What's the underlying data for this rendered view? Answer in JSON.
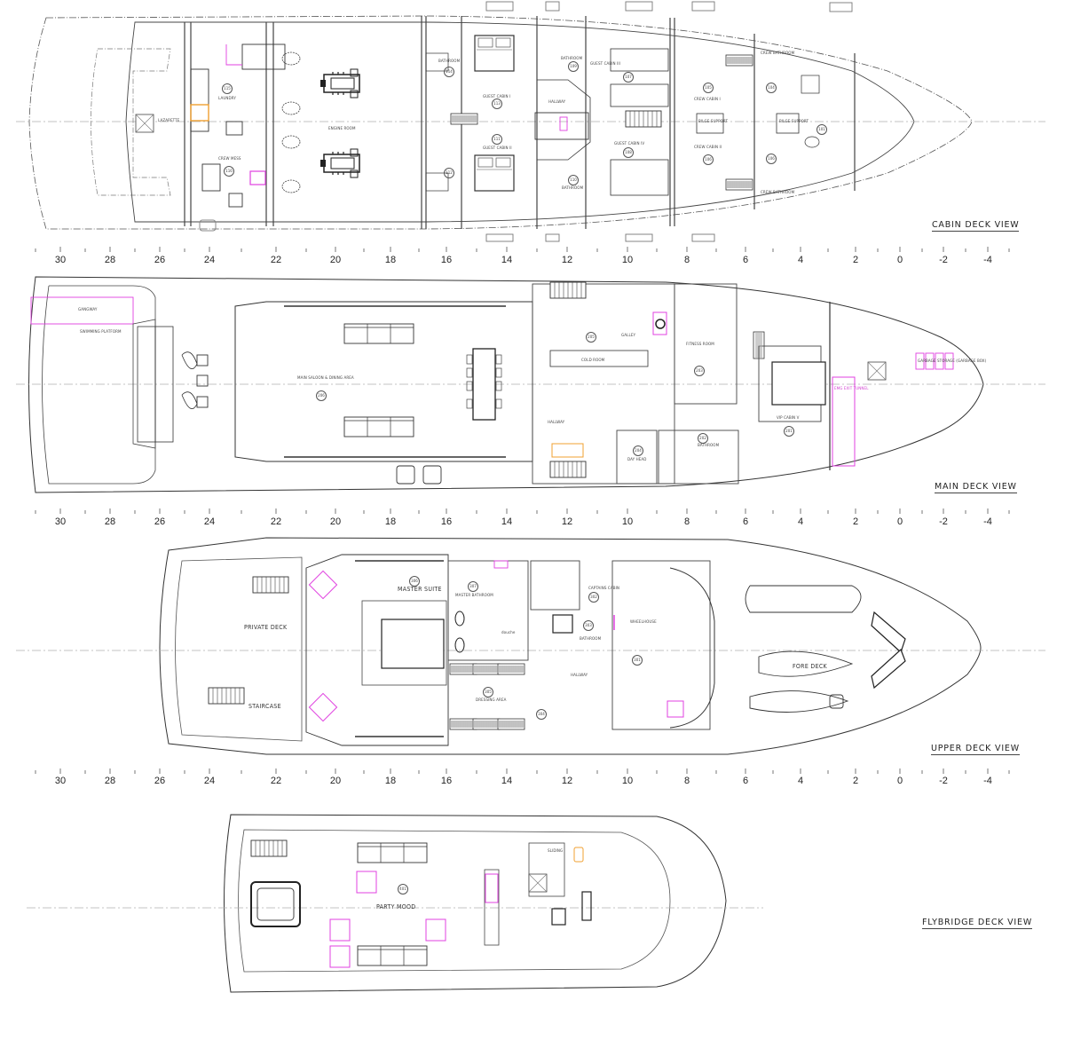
{
  "drawing": {
    "type": "yacht general arrangement plan",
    "views": [
      {
        "id": "cabin",
        "title": "CABIN DECK VIEW",
        "rooms": [
          {
            "name": "LAZARETTE"
          },
          {
            "name": "LAUNDRY",
            "number": "115"
          },
          {
            "name": "CREW MESS",
            "number": "116"
          },
          {
            "name": "ENGINE ROOM"
          },
          {
            "name": "BATHROOM",
            "number": "114"
          },
          {
            "name": "GUEST CABIN I",
            "number": "113"
          },
          {
            "name": "GUEST CABIN II",
            "number": "111"
          },
          {
            "name": "BATHROOM",
            "number": "112"
          },
          {
            "name": "HALLWAY"
          },
          {
            "name": "BATHROOM",
            "number": "109"
          },
          {
            "name": "BATHROOM",
            "number": "110"
          },
          {
            "name": "GUEST CABIN III",
            "number": "107"
          },
          {
            "name": "GUEST CABIN IV",
            "number": "108"
          },
          {
            "name": "CREW CABIN I",
            "number": "105"
          },
          {
            "name": "CREW CABIN II",
            "number": "106"
          },
          {
            "name": "BILGE SUPPORT"
          },
          {
            "name": "CREW BATHROOM",
            "number": "104"
          },
          {
            "name": "CREW BATHROOM",
            "number": "106"
          },
          {
            "name": "BILGE SUPPORT"
          },
          {
            "name": "",
            "number": "101"
          }
        ]
      },
      {
        "id": "main",
        "title": "MAIN DECK VIEW",
        "rooms": [
          {
            "name": "GANGWAY"
          },
          {
            "name": "SWIMMING PLATFORM"
          },
          {
            "name": "MAIN SALOON & DINING AREA",
            "number": "206"
          },
          {
            "name": "GALLEY",
            "number": "205"
          },
          {
            "name": "COLD ROOM"
          },
          {
            "name": "HALLWAY"
          },
          {
            "name": "FITNESS ROOM",
            "number": "203"
          },
          {
            "name": "DAY HEAD",
            "number": "204"
          },
          {
            "name": "BATHROOM",
            "number": "202"
          },
          {
            "name": "VIP CABIN V",
            "number": "201"
          },
          {
            "name": "EMG EXIT TUNNEL"
          },
          {
            "name": "GARBAGE STORAGE (GARBAGE BOX)"
          }
        ]
      },
      {
        "id": "upper",
        "title": "UPPER DECK VIEW",
        "rooms": [
          {
            "name": "PRIVATE DECK"
          },
          {
            "name": "STAIRCASE"
          },
          {
            "name": "MASTER SUITE",
            "number": "306"
          },
          {
            "name": "MASTER BATHROOM",
            "number": "307"
          },
          {
            "name": "douche"
          },
          {
            "name": "DRESSING AREA",
            "number": "305"
          },
          {
            "name": "CAPTAINS CABIN",
            "number": "302"
          },
          {
            "name": "BATHROOM",
            "number": "303"
          },
          {
            "name": "HALLWAY"
          },
          {
            "name": "",
            "number": "304"
          },
          {
            "name": "WHEELHOUSE",
            "number": "301"
          },
          {
            "name": "FORE DECK"
          }
        ]
      },
      {
        "id": "flybridge",
        "title": "FLYBRIDGE DECK VIEW",
        "rooms": [
          {
            "name": "PARTY MOOD",
            "number": "401"
          },
          {
            "name": "SLIDING"
          }
        ]
      }
    ],
    "scale_ticks": [
      "30",
      "28",
      "26",
      "24",
      "22",
      "20",
      "18",
      "16",
      "14",
      "12",
      "10",
      "8",
      "6",
      "4",
      "2",
      "0",
      "-2",
      "-4"
    ],
    "colors": {
      "line": "#3a3a3a",
      "light_line": "#9a9a9a",
      "centerline": "#b0b0b0",
      "accent_magenta": "#e040e0",
      "accent_orange": "#f0a030",
      "accent_blue": "#4a90d9"
    }
  }
}
